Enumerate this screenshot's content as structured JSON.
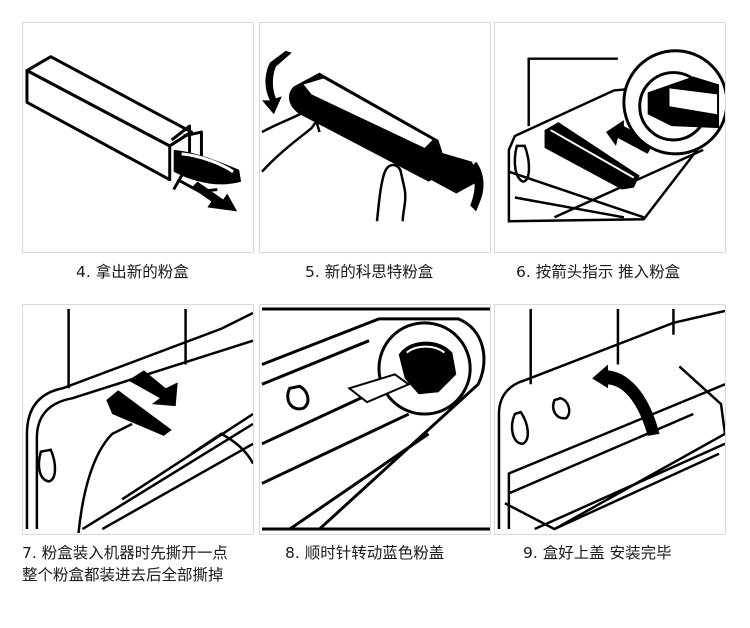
{
  "steps": [
    {
      "number": "4",
      "caption": "4. 拿出新的粉盒",
      "illustration": "remove-cartridge-from-box"
    },
    {
      "number": "5",
      "caption": "5. 新的科思特粉盒",
      "illustration": "shake-cartridge"
    },
    {
      "number": "6",
      "caption": "6. 按箭头指示  推入粉盒",
      "illustration": "push-cartridge-arrow"
    },
    {
      "number": "7",
      "caption_lines": [
        "7. 粉盒装入机器时先撕开一点",
        "整个粉盒都装进去后全部撕掉"
      ],
      "illustration": "pull-seal-tape"
    },
    {
      "number": "8",
      "caption": "8. 顺时针转动蓝色粉盖",
      "illustration": "rotate-blue-cap"
    },
    {
      "number": "9",
      "caption": "9. 盒好上盖  安装完毕",
      "illustration": "close-cover"
    }
  ],
  "colors": {
    "ink": "#000000",
    "border": "#d9d9d9",
    "background": "#ffffff"
  }
}
